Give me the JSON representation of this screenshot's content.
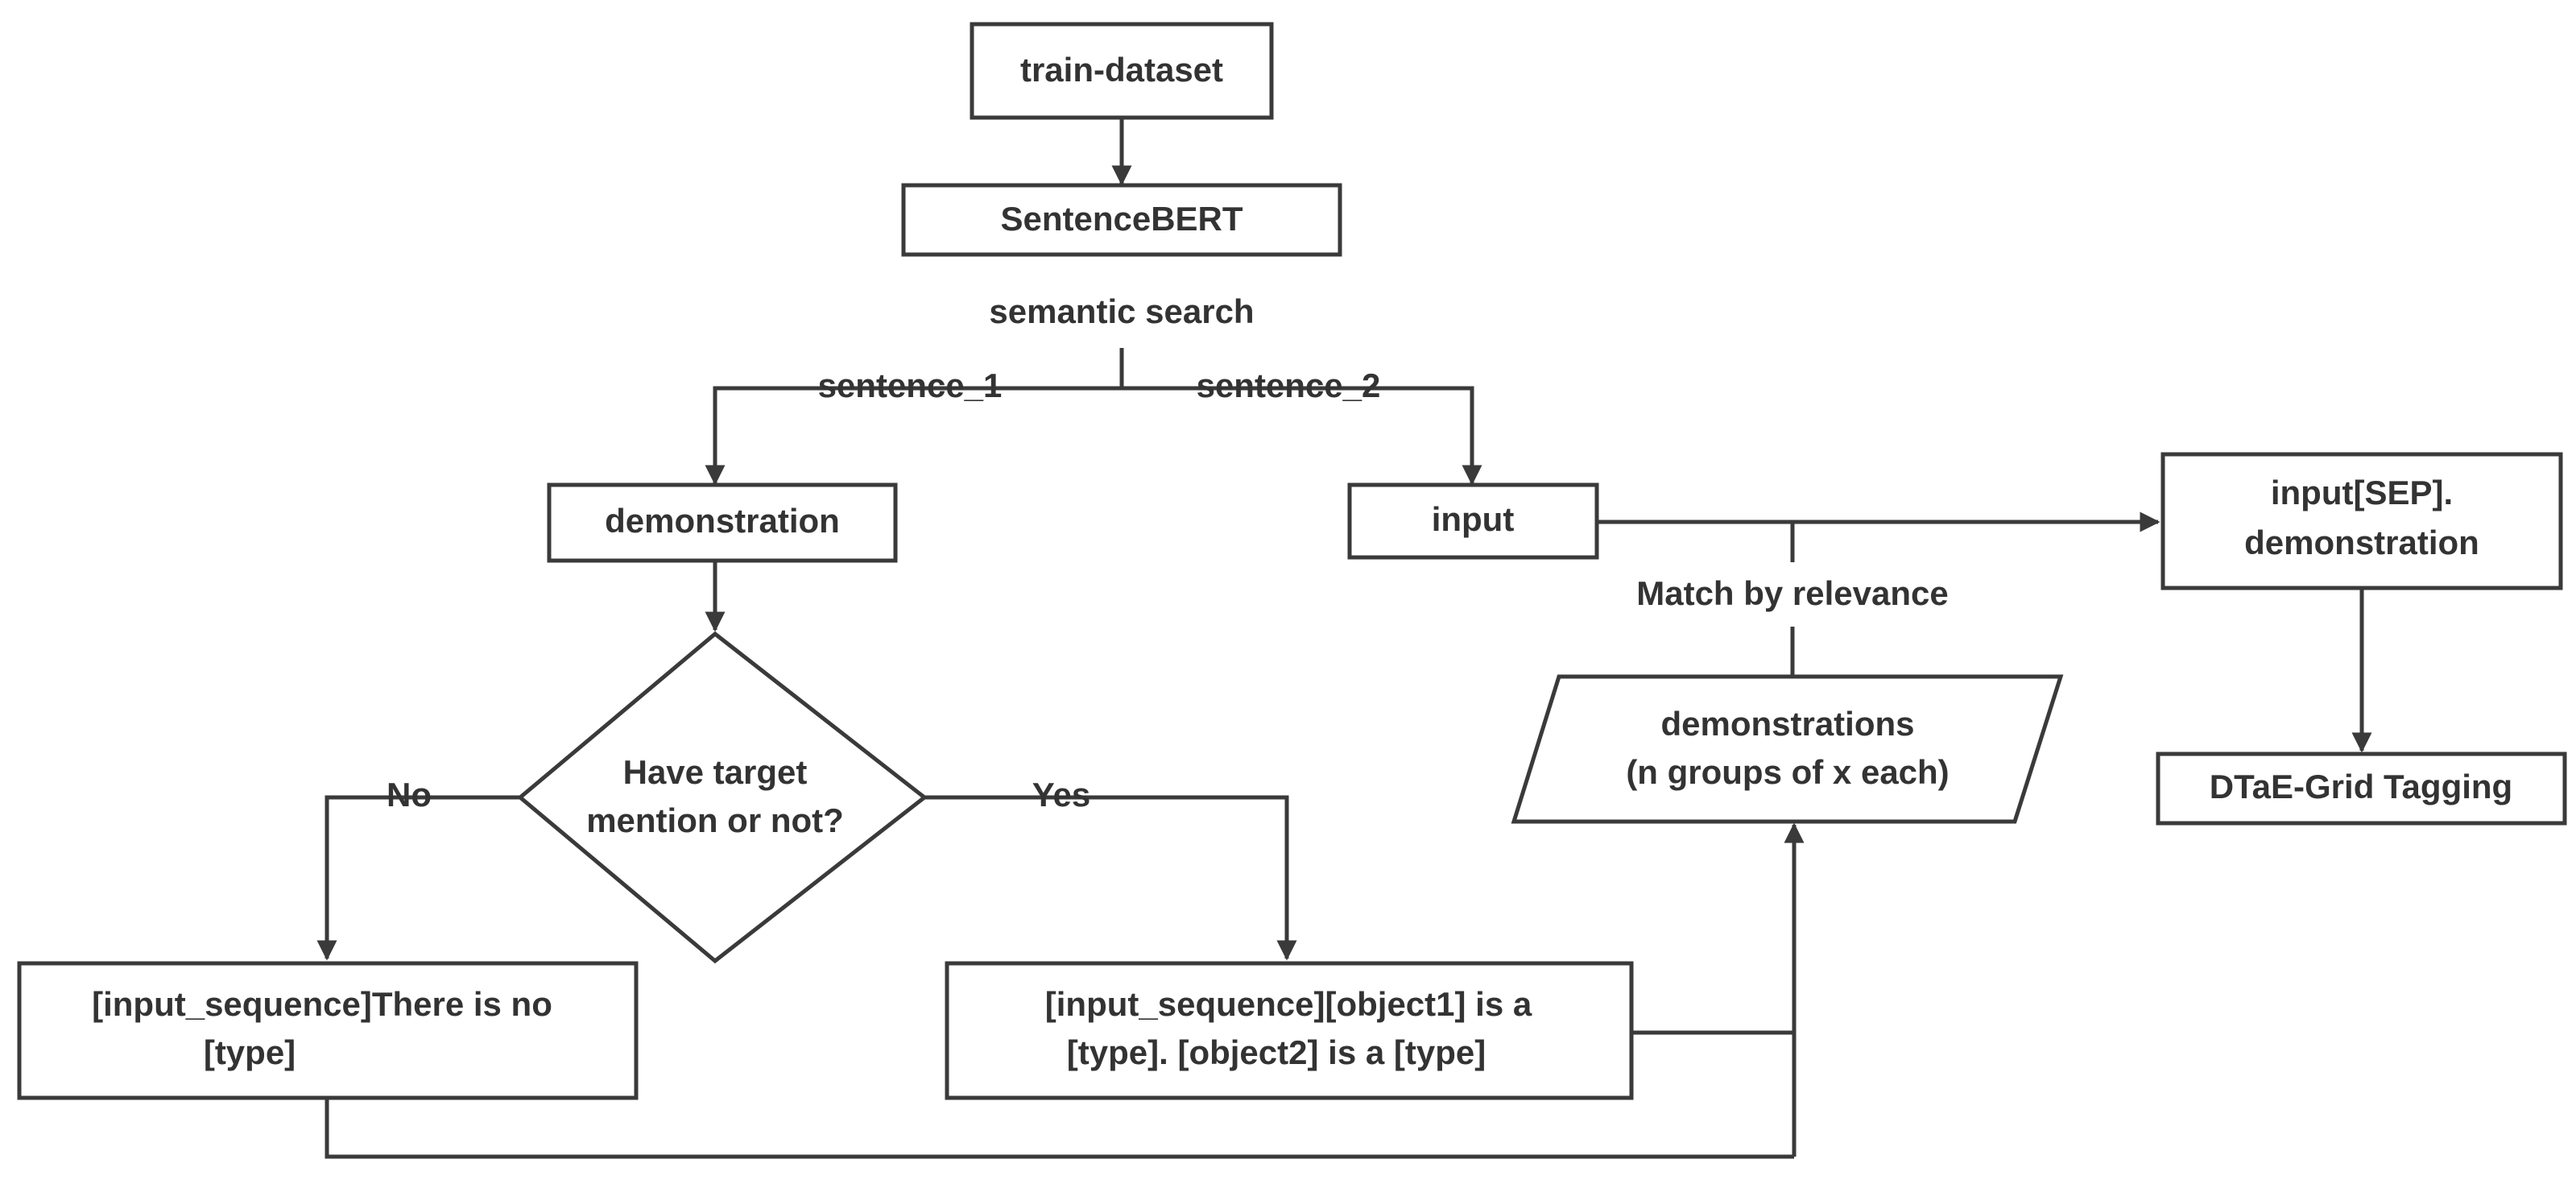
{
  "nodes": {
    "train_dataset": "train-dataset",
    "sentencebert": "SentenceBERT",
    "demonstration": "demonstration",
    "input": "input",
    "input_sep": [
      "input[SEP].",
      "demonstration"
    ],
    "decision": [
      "Have target",
      "mention or not?"
    ],
    "demonstrations": [
      "demonstrations",
      "(n groups of x each)"
    ],
    "dtae": "DTaE-Grid Tagging",
    "no_template": [
      "[input_sequence]There is no",
      "[type]"
    ],
    "yes_template": [
      "[input_sequence][object1] is a",
      "[type]. [object2] is a [type]"
    ]
  },
  "edges": {
    "semantic_search": "semantic search",
    "sentence_1": "sentence_1",
    "sentence_2": "sentence_2",
    "match": "Match by relevance",
    "no": "No",
    "yes": "Yes"
  }
}
